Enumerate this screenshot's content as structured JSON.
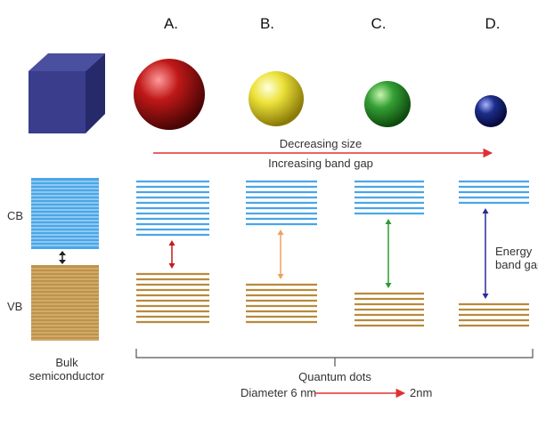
{
  "columns": [
    {
      "label": "A.",
      "sphere_color": "#b01515",
      "arrow_color": "#c41a1a"
    },
    {
      "label": "B.",
      "sphere_color": "#e8e02a",
      "arrow_color": "#f0a060"
    },
    {
      "label": "C.",
      "sphere_color": "#2f9b2f",
      "arrow_color": "#2e9a30"
    },
    {
      "label": "D.",
      "sphere_color": "#1c2d8a",
      "arrow_color": "#2a2a9a"
    }
  ],
  "size_arrow": {
    "line1": "Decreasing size",
    "line2": "Increasing band gap",
    "color": "#e03030"
  },
  "band_labels": {
    "cb": "CB",
    "vb": "VB"
  },
  "bulk_label": {
    "line1": "Bulk",
    "line2": "semiconductor"
  },
  "energy_label": {
    "line1": "Energy",
    "line2": "band gap"
  },
  "quantum_dots_label": "Quantum dots",
  "diameter": {
    "from": "Diameter 6 nm",
    "to": "2nm",
    "arrow_color": "#e03030"
  },
  "colors": {
    "cb_line": "#4aa6e8",
    "vb_line": "#b88a3c",
    "cube_face": "#3a3d8c",
    "text": "#333333"
  }
}
